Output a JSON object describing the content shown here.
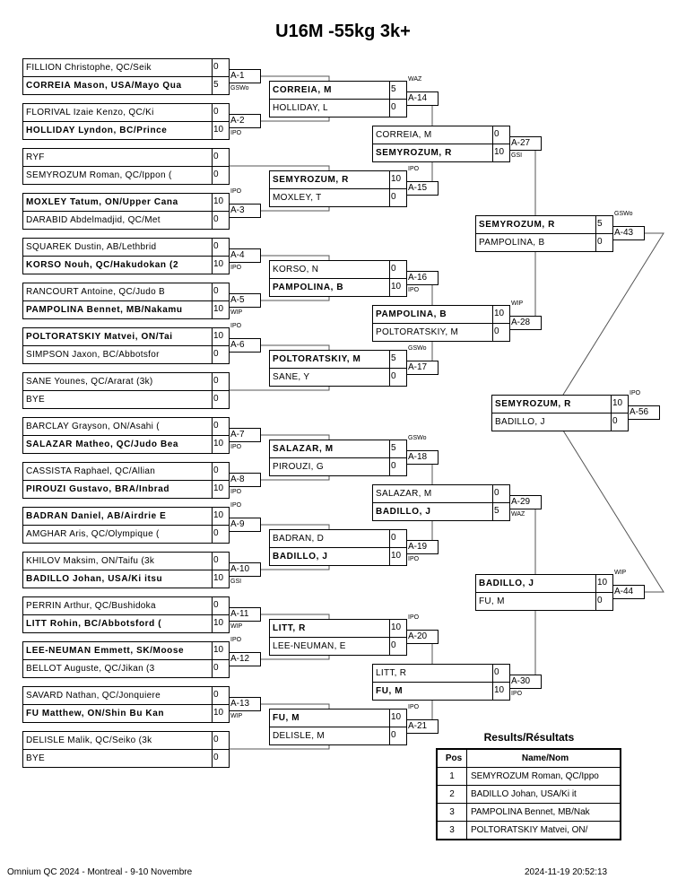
{
  "title": "U16M -55kg 3k+",
  "rounds": [
    [
      {
        "label": "A-1",
        "note": "GSWo",
        "a": {
          "name": "FILLION Christophe, QC/Seik",
          "score": "0",
          "win": false
        },
        "b": {
          "name": "CORREIA Mason, USA/Mayo Qua",
          "score": "5",
          "win": true
        }
      },
      {
        "label": "A-2",
        "note": "IPO",
        "a": {
          "name": "FLORIVAL Izaie Kenzo, QC/Ki",
          "score": "0",
          "win": false
        },
        "b": {
          "name": "HOLLIDAY Lyndon, BC/Prince",
          "score": "10",
          "win": true
        }
      },
      {
        "label": null,
        "note": null,
        "a": {
          "name": "RYF",
          "score": "0",
          "win": false
        },
        "b": {
          "name": "SEMYROZUM Roman, QC/Ippon (",
          "score": "0",
          "win": false
        }
      },
      {
        "label": "A-3",
        "note": "IPO",
        "a": {
          "name": "MOXLEY Tatum, ON/Upper Cana",
          "score": "10",
          "win": true
        },
        "b": {
          "name": "DARABID Abdelmadjid, QC/Met",
          "score": "0",
          "win": false
        }
      },
      {
        "label": "A-4",
        "note": "IPO",
        "a": {
          "name": "SQUAREK Dustin, AB/Lethbrid",
          "score": "0",
          "win": false
        },
        "b": {
          "name": "KORSO Nouh, QC/Hakudokan (2",
          "score": "10",
          "win": true
        }
      },
      {
        "label": "A-5",
        "note": "WIP",
        "a": {
          "name": "RANCOURT Antoine, QC/Judo B",
          "score": "0",
          "win": false
        },
        "b": {
          "name": "PAMPOLINA Bennet, MB/Nakamu",
          "score": "10",
          "win": true
        }
      },
      {
        "label": "A-6",
        "note": "IPO",
        "a": {
          "name": "POLTORATSKIY Matvei, ON/Tai",
          "score": "10",
          "win": true
        },
        "b": {
          "name": "SIMPSON Jaxon, BC/Abbotsfor",
          "score": "0",
          "win": false
        }
      },
      {
        "label": null,
        "note": null,
        "a": {
          "name": "SANE Younes, QC/Ararat (3k)",
          "score": "0",
          "win": false
        },
        "b": {
          "name": "BYE",
          "score": "0",
          "win": false
        }
      },
      {
        "label": "A-7",
        "note": "IPO",
        "a": {
          "name": "BARCLAY Grayson, ON/Asahi (",
          "score": "0",
          "win": false
        },
        "b": {
          "name": "SALAZAR Matheo, QC/Judo Bea",
          "score": "10",
          "win": true
        }
      },
      {
        "label": "A-8",
        "note": "IPO",
        "a": {
          "name": "CASSISTA Raphael, QC/Allian",
          "score": "0",
          "win": false
        },
        "b": {
          "name": "PIROUZI Gustavo, BRA/Inbrad",
          "score": "10",
          "win": true
        }
      },
      {
        "label": "A-9",
        "note": "IPO",
        "a": {
          "name": "BADRAN Daniel, AB/Airdrie E",
          "score": "10",
          "win": true
        },
        "b": {
          "name": "AMGHAR Aris, QC/Olympique (",
          "score": "0",
          "win": false
        }
      },
      {
        "label": "A-10",
        "note": "GSI",
        "a": {
          "name": "KHILOV Maksim, ON/Taifu (3k",
          "score": "0",
          "win": false
        },
        "b": {
          "name": "BADILLO Johan, USA/Ki itsu",
          "score": "10",
          "win": true
        }
      },
      {
        "label": "A-11",
        "note": "WIP",
        "a": {
          "name": "PERRIN Arthur, QC/Bushidoka",
          "score": "0",
          "win": false
        },
        "b": {
          "name": "LITT Rohin, BC/Abbotsford (",
          "score": "10",
          "win": true
        }
      },
      {
        "label": "A-12",
        "note": "IPO",
        "a": {
          "name": "LEE-NEUMAN Emmett, SK/Moose",
          "score": "10",
          "win": true
        },
        "b": {
          "name": "BELLOT Auguste, QC/Jikan (3",
          "score": "0",
          "win": false
        }
      },
      {
        "label": "A-13",
        "note": "WIP",
        "a": {
          "name": "SAVARD Nathan, QC/Jonquiere",
          "score": "0",
          "win": false
        },
        "b": {
          "name": "FU Matthew, ON/Shin Bu Kan",
          "score": "10",
          "win": true
        }
      },
      {
        "label": null,
        "note": null,
        "a": {
          "name": "DELISLE Malik, QC/Seiko (3k",
          "score": "0",
          "win": false
        },
        "b": {
          "name": "BYE",
          "score": "0",
          "win": false
        }
      }
    ],
    [
      {
        "label": "A-14",
        "note": "WAZ",
        "a": {
          "name": "CORREIA, M",
          "score": "5",
          "win": true
        },
        "b": {
          "name": "HOLLIDAY, L",
          "score": "0",
          "win": false
        }
      },
      {
        "label": "A-15",
        "note": "IPO",
        "a": {
          "name": "SEMYROZUM, R",
          "score": "10",
          "win": true
        },
        "b": {
          "name": "MOXLEY, T",
          "score": "0",
          "win": false
        }
      },
      {
        "label": "A-16",
        "note": "IPO",
        "a": {
          "name": "KORSO, N",
          "score": "0",
          "win": false
        },
        "b": {
          "name": "PAMPOLINA, B",
          "score": "10",
          "win": true
        }
      },
      {
        "label": "A-17",
        "note": "GSWo",
        "a": {
          "name": "POLTORATSKIY, M",
          "score": "5",
          "win": true
        },
        "b": {
          "name": "SANE, Y",
          "score": "0",
          "win": false
        }
      },
      {
        "label": "A-18",
        "note": "GSWo",
        "a": {
          "name": "SALAZAR, M",
          "score": "5",
          "win": true
        },
        "b": {
          "name": "PIROUZI, G",
          "score": "0",
          "win": false
        }
      },
      {
        "label": "A-19",
        "note": "IPO",
        "a": {
          "name": "BADRAN, D",
          "score": "0",
          "win": false
        },
        "b": {
          "name": "BADILLO, J",
          "score": "10",
          "win": true
        }
      },
      {
        "label": "A-20",
        "note": "IPO",
        "a": {
          "name": "LITT, R",
          "score": "10",
          "win": true
        },
        "b": {
          "name": "LEE-NEUMAN, E",
          "score": "0",
          "win": false
        }
      },
      {
        "label": "A-21",
        "note": "IPO",
        "a": {
          "name": "FU, M",
          "score": "10",
          "win": true
        },
        "b": {
          "name": "DELISLE, M",
          "score": "0",
          "win": false
        }
      }
    ],
    [
      {
        "label": "A-27",
        "note": "GSI",
        "a": {
          "name": "CORREIA, M",
          "score": "0",
          "win": false
        },
        "b": {
          "name": "SEMYROZUM, R",
          "score": "10",
          "win": true
        }
      },
      {
        "label": "A-28",
        "note": "WIP",
        "a": {
          "name": "PAMPOLINA, B",
          "score": "10",
          "win": true
        },
        "b": {
          "name": "POLTORATSKIY, M",
          "score": "0",
          "win": false
        }
      },
      {
        "label": "A-29",
        "note": "WAZ",
        "a": {
          "name": "SALAZAR, M",
          "score": "0",
          "win": false
        },
        "b": {
          "name": "BADILLO, J",
          "score": "5",
          "win": true
        }
      },
      {
        "label": "A-30",
        "note": "IPO",
        "a": {
          "name": "LITT, R",
          "score": "0",
          "win": false
        },
        "b": {
          "name": "FU, M",
          "score": "10",
          "win": true
        }
      }
    ],
    [
      {
        "label": "A-43",
        "note": "GSWo",
        "a": {
          "name": "SEMYROZUM, R",
          "score": "5",
          "win": true
        },
        "b": {
          "name": "PAMPOLINA, B",
          "score": "0",
          "win": false
        }
      },
      {
        "label": "A-44",
        "note": "WIP",
        "a": {
          "name": "BADILLO, J",
          "score": "10",
          "win": true
        },
        "b": {
          "name": "FU, M",
          "score": "0",
          "win": false
        }
      }
    ],
    [
      {
        "label": "A-56",
        "note": "IPO",
        "a": {
          "name": "SEMYROZUM, R",
          "score": "10",
          "win": true
        },
        "b": {
          "name": "BADILLO, J",
          "score": "0",
          "win": false
        }
      }
    ]
  ],
  "results": {
    "title": "Results/Résultats",
    "headers": {
      "pos": "Pos",
      "name": "Name/Nom"
    },
    "rows": [
      {
        "pos": "1",
        "name": "SEMYROZUM Roman, QC/Ippo"
      },
      {
        "pos": "2",
        "name": "BADILLO Johan, USA/Ki it"
      },
      {
        "pos": "3",
        "name": "PAMPOLINA Bennet, MB/Nak"
      },
      {
        "pos": "3",
        "name": "POLTORATSKIY Matvei, ON/"
      }
    ]
  },
  "footer": {
    "event": "Omnium QC 2024 - Montreal - 9-10 Novembre",
    "timestamp": "2024-11-19 20:52:13"
  }
}
